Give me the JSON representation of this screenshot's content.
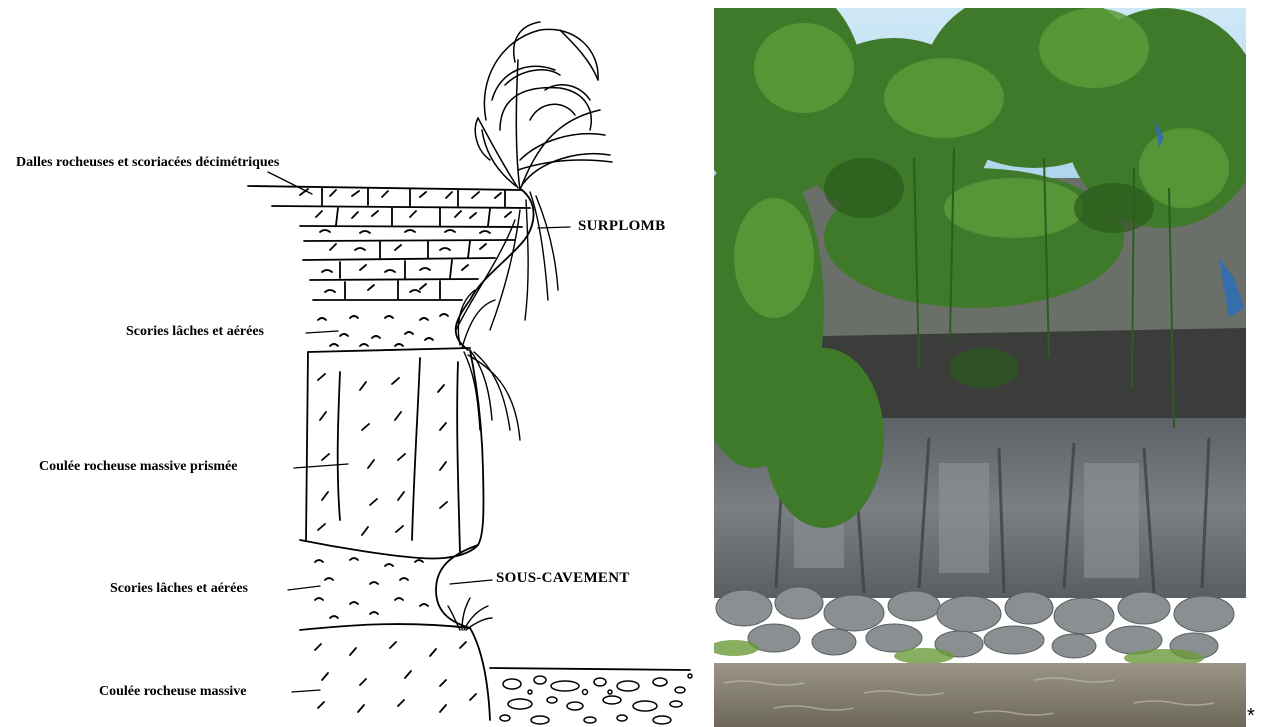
{
  "diagram": {
    "labels": {
      "dalles": "Dalles rocheuses et scoriacées décimétriques",
      "surplomb": "SURPLOMB",
      "scories_top": "Scories lâches et aérées",
      "coulee_prismee": "Coulée rocheuse massive prismée",
      "scories_bottom": "Scories lâches et aérées",
      "sous_cavement": "SOUS-CAVEMENT",
      "coulee_massive": "Coulée rocheuse massive"
    }
  },
  "photo": {
    "subject": "river-cliff-photograph",
    "colors": {
      "sky": "#bfe0f2",
      "foliage": "#3f7a2a",
      "rock": "#6f7478",
      "water": "#8c8676"
    }
  },
  "footnote": "*"
}
